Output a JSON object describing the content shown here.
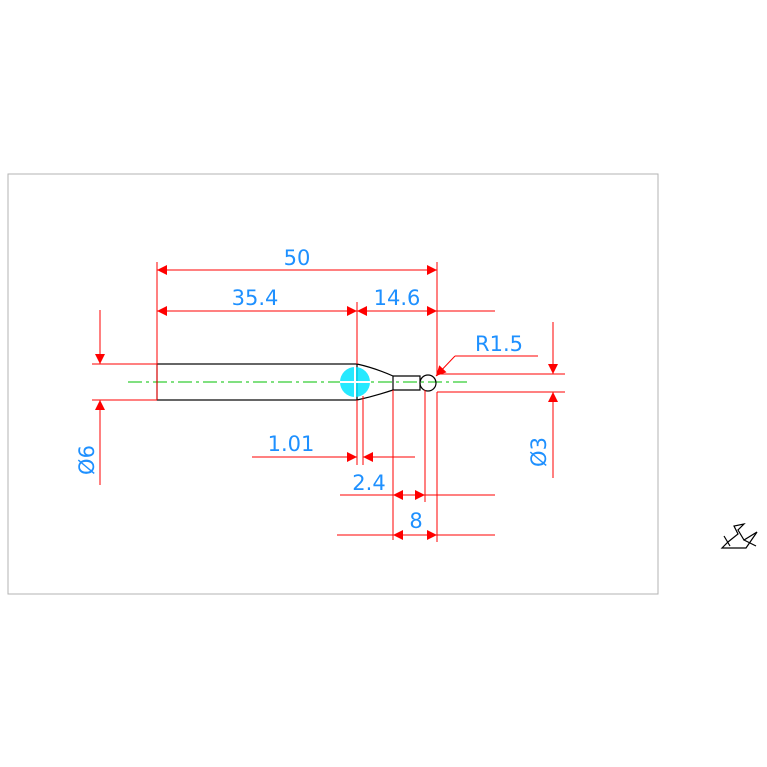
{
  "drawing": {
    "colors": {
      "background": "#ffffff",
      "frame": "#b3b3b3",
      "part": "#000000",
      "dimension": "#ff0000",
      "text": "#1e90ff",
      "centerline": "#00c000",
      "hatch": "#00e5ff"
    },
    "dimensions": {
      "overall_length": "50",
      "shank_length": "35.4",
      "neck_length": "14.6",
      "tip_radius": "R1.5",
      "shank_diameter": "Ø6",
      "tip_diameter": "Ø3",
      "groove_width": "1.01",
      "neck_offset": "2.4",
      "tip_segment": "8"
    },
    "icons": {
      "ucs": "ucs-icon"
    }
  }
}
